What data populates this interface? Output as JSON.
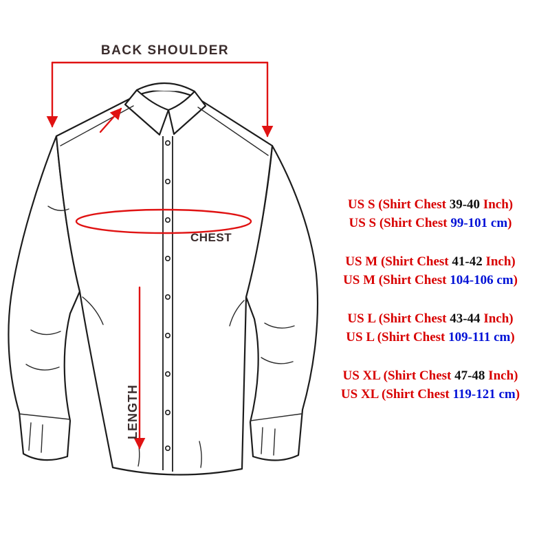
{
  "diagram": {
    "labels": {
      "back_shoulder": "BACK SHOULDER",
      "chest": "CHEST",
      "length": "LENGTH"
    },
    "colors": {
      "annotation_red": "#e01212",
      "shirt_outline": "#1c1c1c",
      "label_dark": "#3a2c2c"
    }
  },
  "size_chart": {
    "text_colors": {
      "red": "#d80000",
      "blue": "#0011d6",
      "black": "#101010"
    },
    "entries": [
      {
        "inch_line": {
          "prefix": "US S (Shirt Chest ",
          "value": "39-40",
          "suffix": " Inch)"
        },
        "cm_line": {
          "prefix": "US S (Shirt Chest ",
          "value": "99-101 cm",
          "suffix": ")"
        }
      },
      {
        "inch_line": {
          "prefix": "US M (Shirt Chest ",
          "value": "41-42",
          "suffix": " Inch)"
        },
        "cm_line": {
          "prefix": "US M (Shirt Chest ",
          "value": "104-106 cm",
          "suffix": ")"
        }
      },
      {
        "inch_line": {
          "prefix": "US L (Shirt Chest ",
          "value": "43-44",
          "suffix": " Inch)"
        },
        "cm_line": {
          "prefix": "US L (Shirt Chest ",
          "value": "109-111 cm",
          "suffix": ")"
        }
      },
      {
        "inch_line": {
          "prefix": "US XL (Shirt Chest ",
          "value": "47-48",
          "suffix": " Inch)"
        },
        "cm_line": {
          "prefix": "US XL (Shirt Chest ",
          "value": "119-121 cm",
          "suffix": ")"
        }
      }
    ]
  }
}
